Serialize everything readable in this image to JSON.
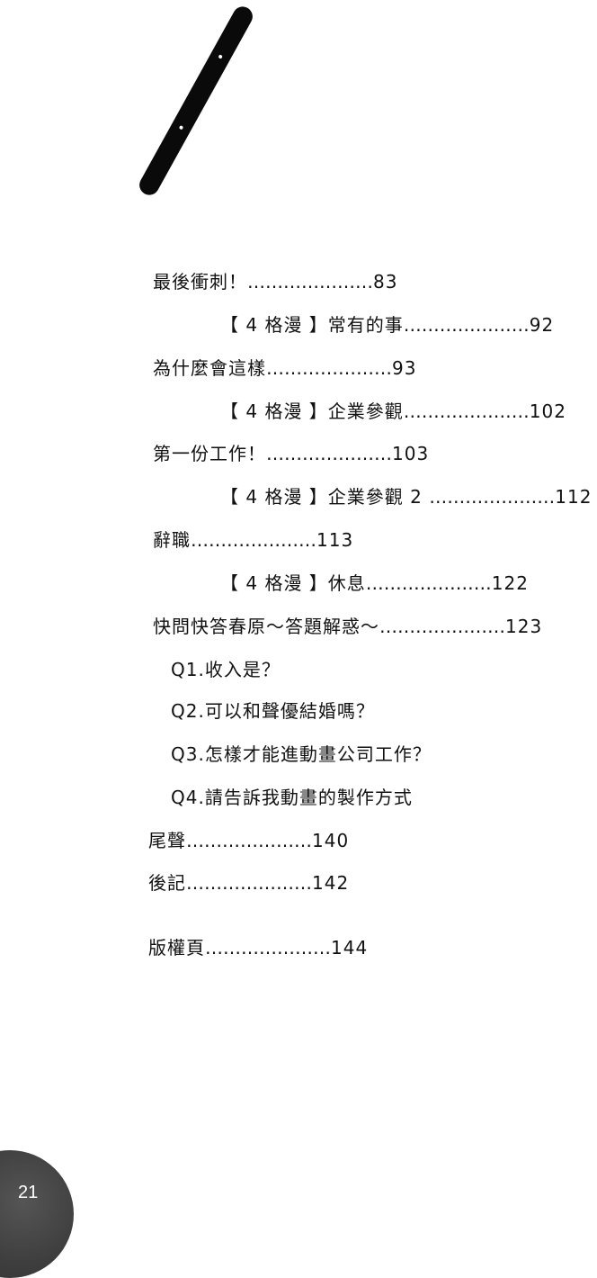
{
  "toc": [
    {
      "title": "最後衝刺！",
      "dots": "…………………",
      "page": "83",
      "indent": 0
    },
    {
      "title": "【 4 格漫 】常有的事",
      "dots": "…………………",
      "page": "92",
      "indent": 1
    },
    {
      "title": "為什麼會這樣",
      "dots": "…………………",
      "page": "93",
      "indent": 0
    },
    {
      "title": "【 4 格漫 】企業參觀",
      "dots": "…………………",
      "page": "102",
      "indent": 1
    },
    {
      "title": "第一份工作！",
      "dots": "…………………",
      "page": "103",
      "indent": 0
    },
    {
      "title": "【 4 格漫 】企業參觀 2 ",
      "dots": "…………………",
      "page": "112",
      "indent": 1
    },
    {
      "title": "辭職",
      "dots": "…………………",
      "page": "113",
      "indent": 0
    },
    {
      "title": "【 4 格漫 】休息",
      "dots": "…………………",
      "page": "122",
      "indent": 1
    },
    {
      "title": "快問快答春原～答題解惑～",
      "dots": "…………………",
      "page": "123",
      "indent": 0
    },
    {
      "title": "Q1.收入是？",
      "dots": "",
      "page": "",
      "indent": 2
    },
    {
      "title": "Q2.可以和聲優結婚嗎？",
      "dots": "",
      "page": "",
      "indent": 2
    },
    {
      "title": "Q3.怎樣才能進動畫公司工作？",
      "dots": "",
      "page": "",
      "indent": 2
    },
    {
      "title": "Q4.請告訴我動畫的製作方式",
      "dots": "",
      "page": "",
      "indent": 2
    },
    {
      "title": "尾聲",
      "dots": "…………………",
      "page": "140",
      "indent": 0
    },
    {
      "title": "後記",
      "dots": "…………………",
      "page": "142",
      "indent": 0
    },
    {
      "title": "版權頁",
      "dots": "…………………",
      "page": "144",
      "indent": 0
    }
  ],
  "page_number": "21"
}
